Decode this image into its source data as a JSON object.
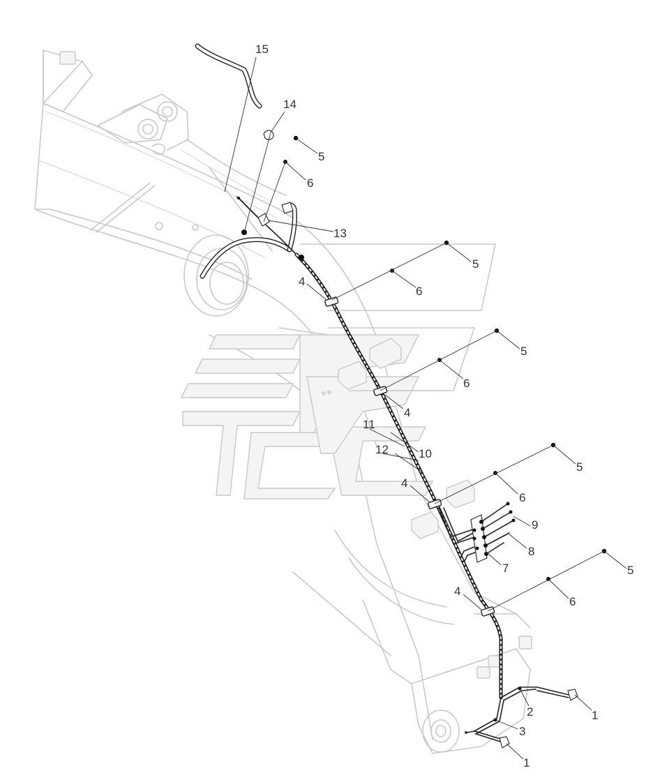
{
  "callouts": [
    {
      "label": "15"
    },
    {
      "label": "14"
    },
    {
      "label": "5"
    },
    {
      "label": "6"
    },
    {
      "label": "13"
    },
    {
      "label": "5"
    },
    {
      "label": "6"
    },
    {
      "label": "4"
    },
    {
      "label": "5"
    },
    {
      "label": "6"
    },
    {
      "label": "4"
    },
    {
      "label": "11"
    },
    {
      "label": "10"
    },
    {
      "label": "12"
    },
    {
      "label": "5"
    },
    {
      "label": "6"
    },
    {
      "label": "4"
    },
    {
      "label": "9"
    },
    {
      "label": "8"
    },
    {
      "label": "7"
    },
    {
      "label": "5"
    },
    {
      "label": "6"
    },
    {
      "label": "4"
    },
    {
      "label": "2"
    },
    {
      "label": "1"
    },
    {
      "label": "3"
    },
    {
      "label": "1"
    }
  ]
}
